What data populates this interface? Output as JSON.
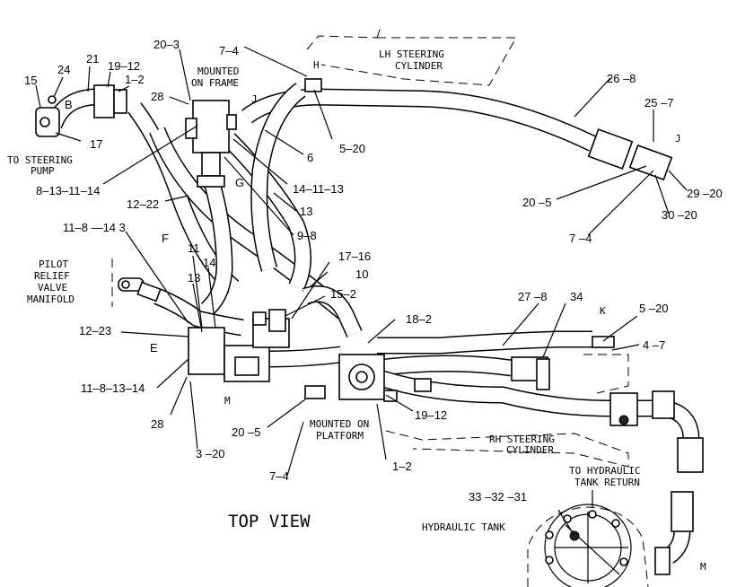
{
  "diagram": {
    "view_title": "TOP VIEW",
    "callouts": {
      "lh_steering_cylinder": [
        "LH STEERING",
        "CYLINDER"
      ],
      "rh_steering_cylinder": [
        "RH STEERING",
        "CYLINDER"
      ],
      "mounted_on_frame": [
        "MOUNTED",
        "ON FRAME"
      ],
      "mounted_on_platform": [
        "MOUNTED ON",
        "PLATFORM"
      ],
      "pilot_relief": [
        "PILOT",
        "RELIEF",
        "VALVE",
        "MANIFOLD"
      ],
      "to_steering_pump": [
        "TO STEERING",
        "PUMP"
      ],
      "to_hydraulic_tank": [
        "TO HYDRAULIC",
        "TANK RETURN"
      ],
      "hydraulic_tank": "HYDRAULIC TANK"
    },
    "letters": {
      "B": "B",
      "H": "H",
      "J1": "J",
      "J2": "J",
      "G": "G",
      "F": "F",
      "E": "E",
      "M1": "M",
      "M2": "M",
      "K": "K"
    },
    "part_labels": {
      "p15": "15",
      "p24": "24",
      "p21": "21",
      "p19_12a": "19–12",
      "p1_2a": "1–2",
      "p17": "17",
      "p20_3": "20–3",
      "p28a": "28",
      "p7_4a": "7–4",
      "p26_8": "26 –8",
      "p25_7": "25 –7",
      "p5_20a": "5–20",
      "p6": "6",
      "p14_11_13": "14–11–13",
      "p13a": "13",
      "p9_8": "9–8",
      "p8_13_11_14": "8–13–11–14",
      "p12_22": "12–22",
      "p11_8_14_13": "11–8 —14 3",
      "p11": "11",
      "p14": "14",
      "p13b": "13",
      "p17_16": "17–16",
      "p10": "10",
      "p15_2": "15–2",
      "p12_23": "12–23",
      "p18_2": "18–2",
      "p27_8": "27 –8",
      "p34": "34",
      "p5_20b": "5 –20",
      "p4_7": "4 –7",
      "p11_8_13_14": "11–8–13–14",
      "p28b": "28",
      "p20_5b": "20 –5",
      "p3_20": "3 –20",
      "p19_12b": "19–12",
      "p1_2b": "1–2",
      "p7_4c": "7–4",
      "p20_5a": "20 –5",
      "p7_4b": "7 –4",
      "p29_20": "29 –20",
      "p30_20": "30 –20",
      "p33_32_31": "33 –32 –31"
    }
  }
}
